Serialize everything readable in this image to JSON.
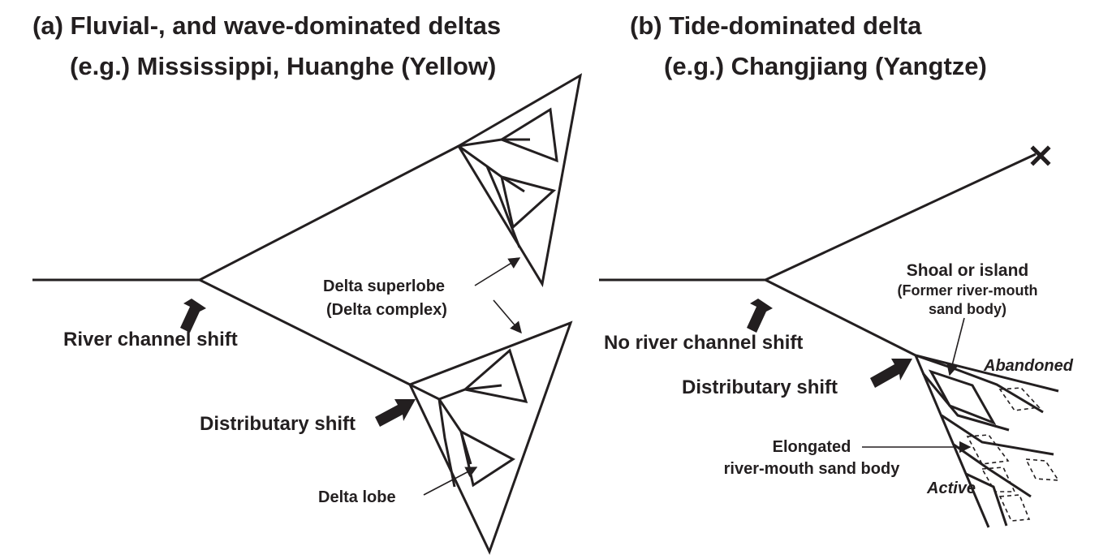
{
  "panel_a": {
    "title_line1": "(a) Fluvial-, and wave-dominated deltas",
    "title_line2": "(e.g.) Mississippi, Huanghe (Yellow)",
    "label_river_channel_shift": "River channel shift",
    "label_superlobe_line1": "Delta superlobe",
    "label_superlobe_line2": "(Delta complex)",
    "label_distributary_shift": "Distributary shift",
    "label_delta_lobe": "Delta lobe"
  },
  "panel_b": {
    "title_line1": "(b) Tide-dominated delta",
    "title_line2": "(e.g.) Changjiang (Yangtze)",
    "label_no_river_channel_shift": "No river channel shift",
    "label_distributary_shift": "Distributary shift",
    "label_shoal_line1": "Shoal or island",
    "label_shoal_line2": "(Former river-mouth",
    "label_shoal_line3": "sand body)",
    "label_abandoned": "Abandoned",
    "label_elongated_line1": "Elongated",
    "label_elongated_line2": "river-mouth sand body",
    "label_active": "Active",
    "abandoned_marker": "✕"
  },
  "colors": {
    "ink": "#231f20",
    "background": "#ffffff"
  }
}
